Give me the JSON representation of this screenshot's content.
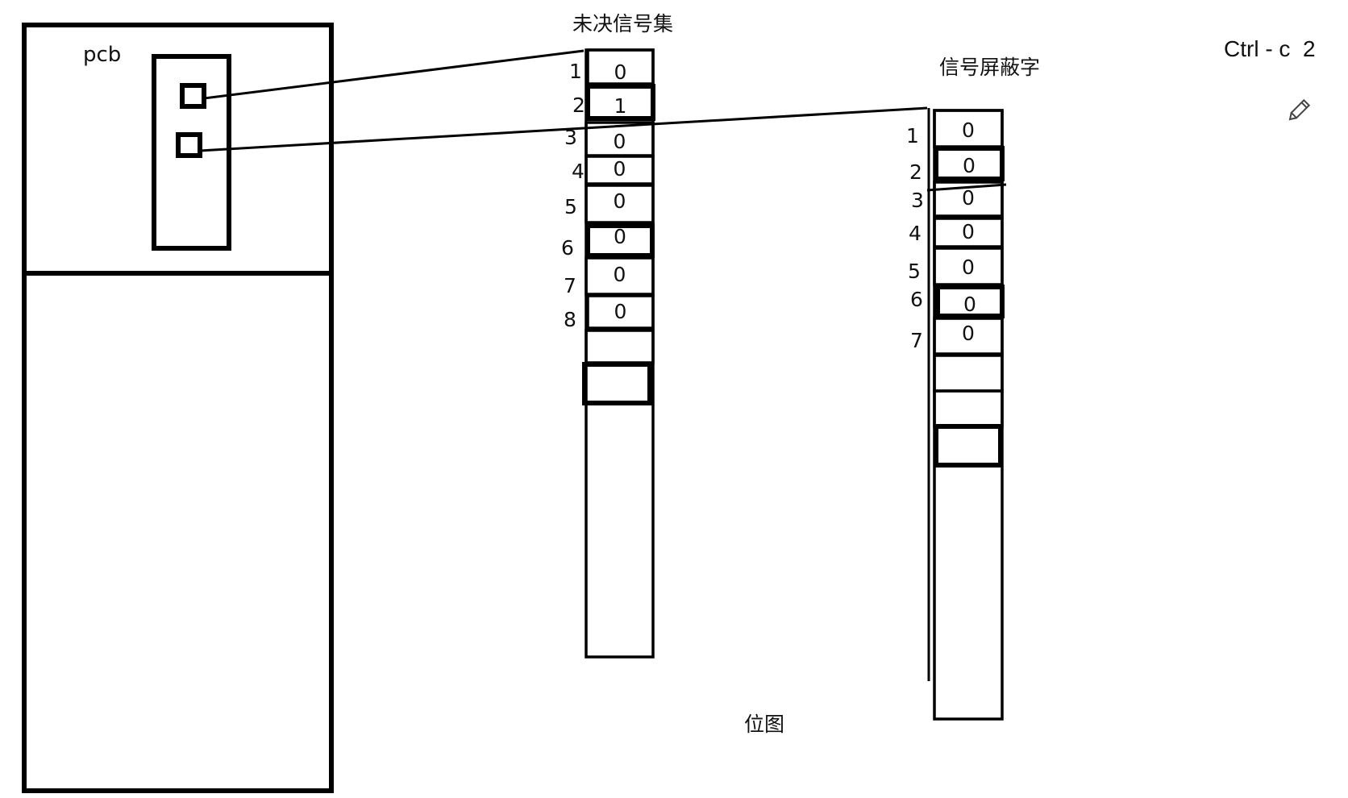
{
  "pcb": {
    "label": "pcb"
  },
  "pending_set": {
    "title": "未决信号集",
    "rows": [
      {
        "index": "1",
        "bit": "0"
      },
      {
        "index": "2",
        "bit": "1"
      },
      {
        "index": "3",
        "bit": "0"
      },
      {
        "index": "4",
        "bit": "0"
      },
      {
        "index": "5",
        "bit": "0"
      },
      {
        "index": "6",
        "bit": "0"
      },
      {
        "index": "7",
        "bit": "0"
      },
      {
        "index": "8",
        "bit": "0"
      }
    ]
  },
  "mask_word": {
    "title": "信号屏蔽字",
    "rows": [
      {
        "index": "1",
        "bit": "0"
      },
      {
        "index": "2",
        "bit": "0"
      },
      {
        "index": "3",
        "bit": "0"
      },
      {
        "index": "4",
        "bit": "0"
      },
      {
        "index": "5",
        "bit": "0"
      },
      {
        "index": "6",
        "bit": "0"
      },
      {
        "index": "7",
        "bit": "0"
      }
    ]
  },
  "bitmap_label": "位图",
  "shortcut_note": "Ctrl - c  2",
  "icons": {
    "edit": "pencil-icon"
  }
}
